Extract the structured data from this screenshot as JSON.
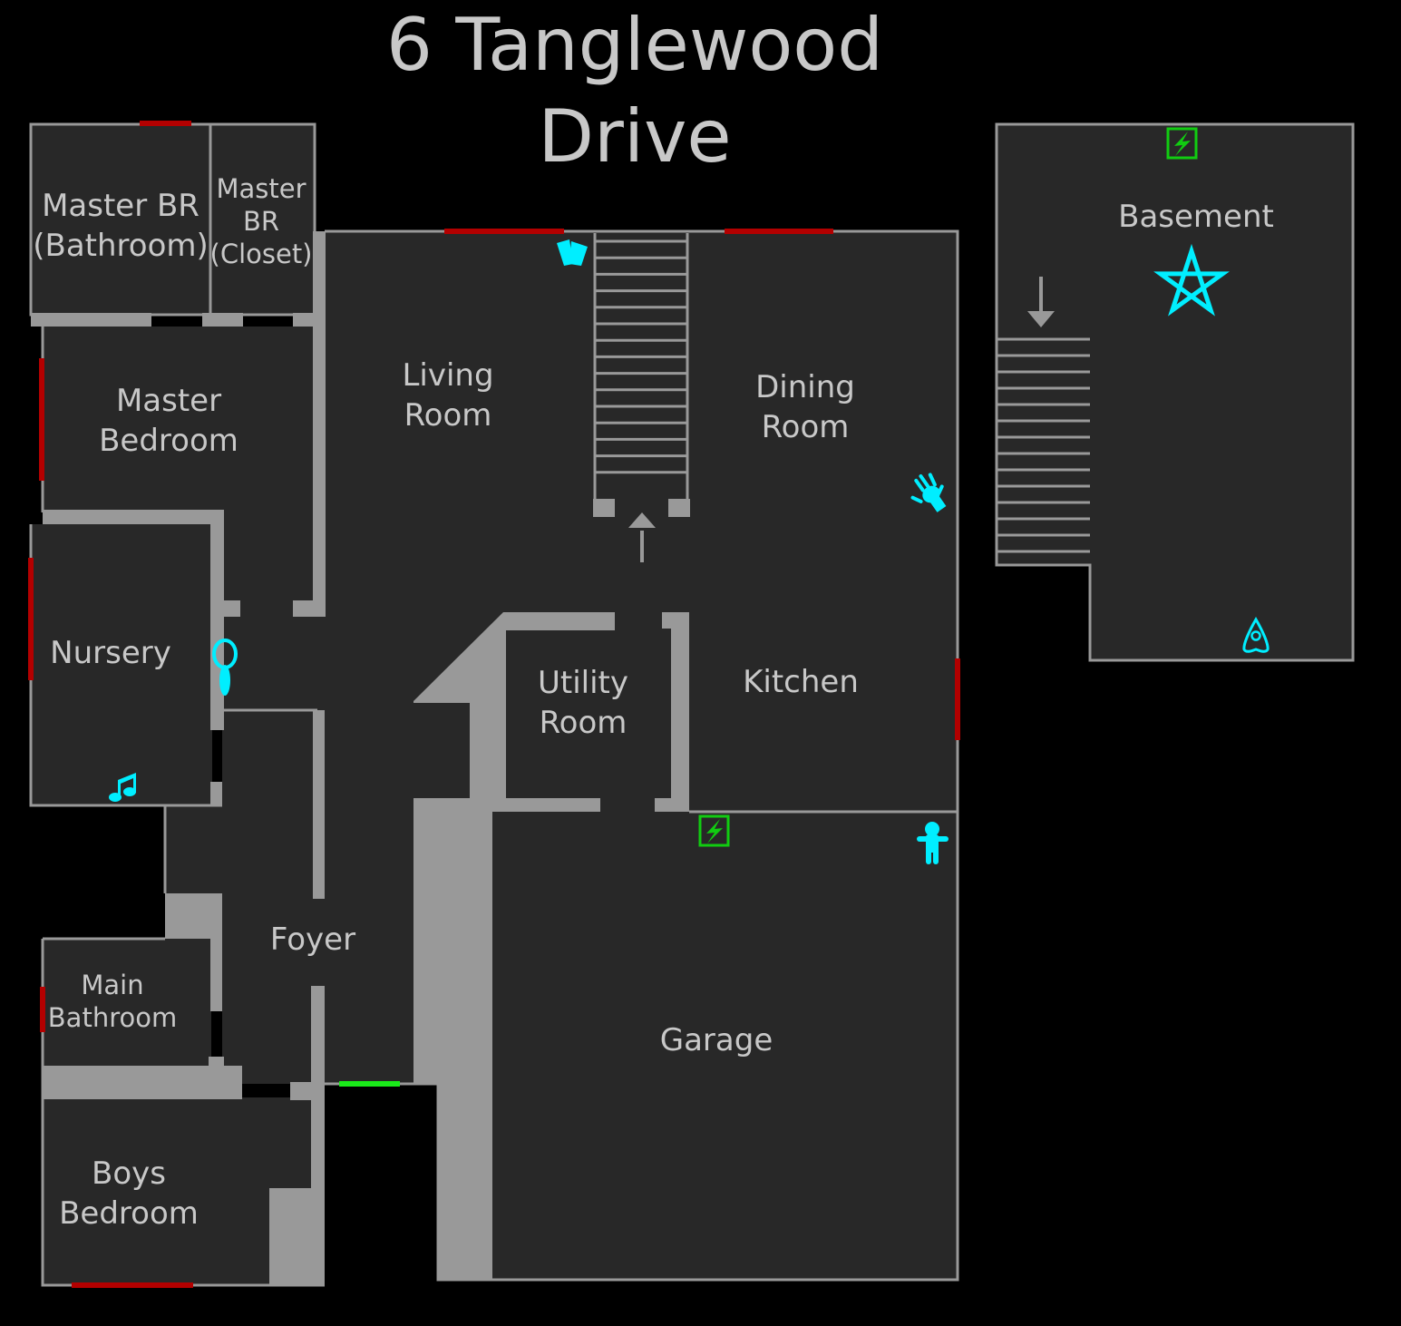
{
  "title": [
    "6 Tanglewood",
    "Drive"
  ],
  "rooms": {
    "master_br_bathroom": [
      "Master BR",
      "(Bathroom)"
    ],
    "master_br_closet": [
      "Master",
      "BR",
      "(Closet)"
    ],
    "master_bedroom": [
      "Master",
      "Bedroom"
    ],
    "living_room": [
      "Living",
      "Room"
    ],
    "dining_room": [
      "Dining",
      "Room"
    ],
    "nursery": [
      "Nursery"
    ],
    "utility_room": [
      "Utility",
      "Room"
    ],
    "kitchen": [
      "Kitchen"
    ],
    "foyer": [
      "Foyer"
    ],
    "main_bathroom": [
      "Main",
      "Bathroom"
    ],
    "boys_bedroom": [
      "Boys",
      "Bedroom"
    ],
    "garage": [
      "Garage"
    ],
    "basement": [
      "Basement"
    ]
  },
  "legend_colors": {
    "window": "#b30000",
    "front_door": "#1aea1a",
    "fuse_box": "#11cc11",
    "item_marker": "#00eeff",
    "wall": "#999999",
    "floor": "#282828"
  },
  "markers": [
    {
      "icon": "tarot-cards-icon",
      "room": "Living Room"
    },
    {
      "icon": "hand-print-icon",
      "room": "Dining Room"
    },
    {
      "icon": "haunted-mirror-icon",
      "room": "Nursery"
    },
    {
      "icon": "music-box-icon",
      "room": "Nursery"
    },
    {
      "icon": "fuse-box-icon",
      "room": "Garage"
    },
    {
      "icon": "voodoo-doll-icon",
      "room": "Garage"
    },
    {
      "icon": "fuse-box-icon",
      "room": "Basement"
    },
    {
      "icon": "summoning-circle-icon",
      "room": "Basement"
    },
    {
      "icon": "ouija-board-icon",
      "room": "Basement"
    }
  ]
}
